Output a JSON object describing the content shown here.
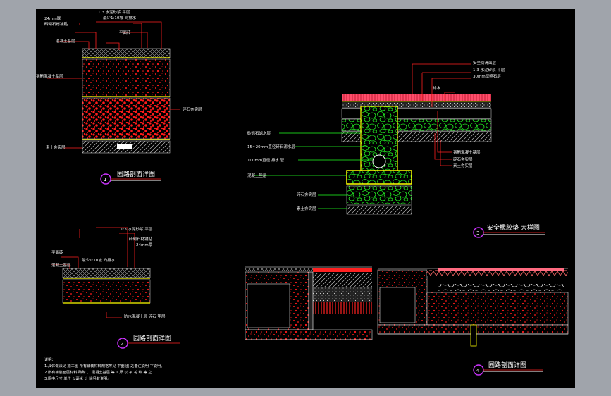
{
  "colors": {
    "background": "#000000",
    "frame": "#a0a4ab",
    "leader_red": "#ff2020",
    "leader_green": "#20ff20",
    "accent_yellow": "#ffff00",
    "aggregate_red": "#ff1a1a",
    "aggregate_green": "#22ee22",
    "title_circle": "#cc33ff"
  },
  "section1": {
    "labels": {
      "l1": "1:3 水泥砂浆 平层",
      "l2": "24mm厚",
      "l3": "砖砌石材铺贴",
      "l4": "最少1:10坡 向排水",
      "l5": "平面砖",
      "l6": "混凝土基层",
      "l7": "钢筋混凝土基层",
      "l8": "碎石夯实层",
      "l9": "素土夯实层"
    },
    "title": "园路剖面详图",
    "number": "1"
  },
  "section2": {
    "labels": {
      "l1": "1:3 水泥砂浆 平层",
      "l2": "砖砌石材铺贴",
      "l3": "平面砖",
      "l4": "混凝土基层",
      "l5": "最少1:10坡 向排水",
      "l6": "24mm厚",
      "l7": "防水混凝土层 碎石 垫层"
    },
    "title": "园路剖面详图",
    "number": "2"
  },
  "section3": {
    "labels": {
      "l1": "安全防滑面层",
      "l2": "1:3 水泥砂浆 平层",
      "l3": "30mm厚碎石层",
      "l4": "排水",
      "l5": "砂砾石滤水层",
      "l6": "15~20mm直径碎石滤水层",
      "l7": "100mm直径 排水 管",
      "l8": "混凝土垫层",
      "l9": "碎石夯实层",
      "l10": "素土夯实层",
      "l11": "钢筋混凝土基层",
      "l12": "碎石夯实层",
      "l13": "素土夯实层"
    },
    "title": "安全橡胶垫 大样图",
    "number": "3"
  },
  "section4": {
    "title": "园路剖面详图",
    "number": "4"
  },
  "notes": {
    "heading": "说明：",
    "n1": "1.具体做法见 施工图 所有铺装材料规格等见 平面 图 之备注说明 下说明。",
    "n2": "2.所有铺装面层材料 砖砌 、 混凝土基层 等 1 厚 以 平 花 纹 等 之 ...",
    "n3": "3.图中尺寸 单位 以毫米 计 除另有说明。"
  }
}
